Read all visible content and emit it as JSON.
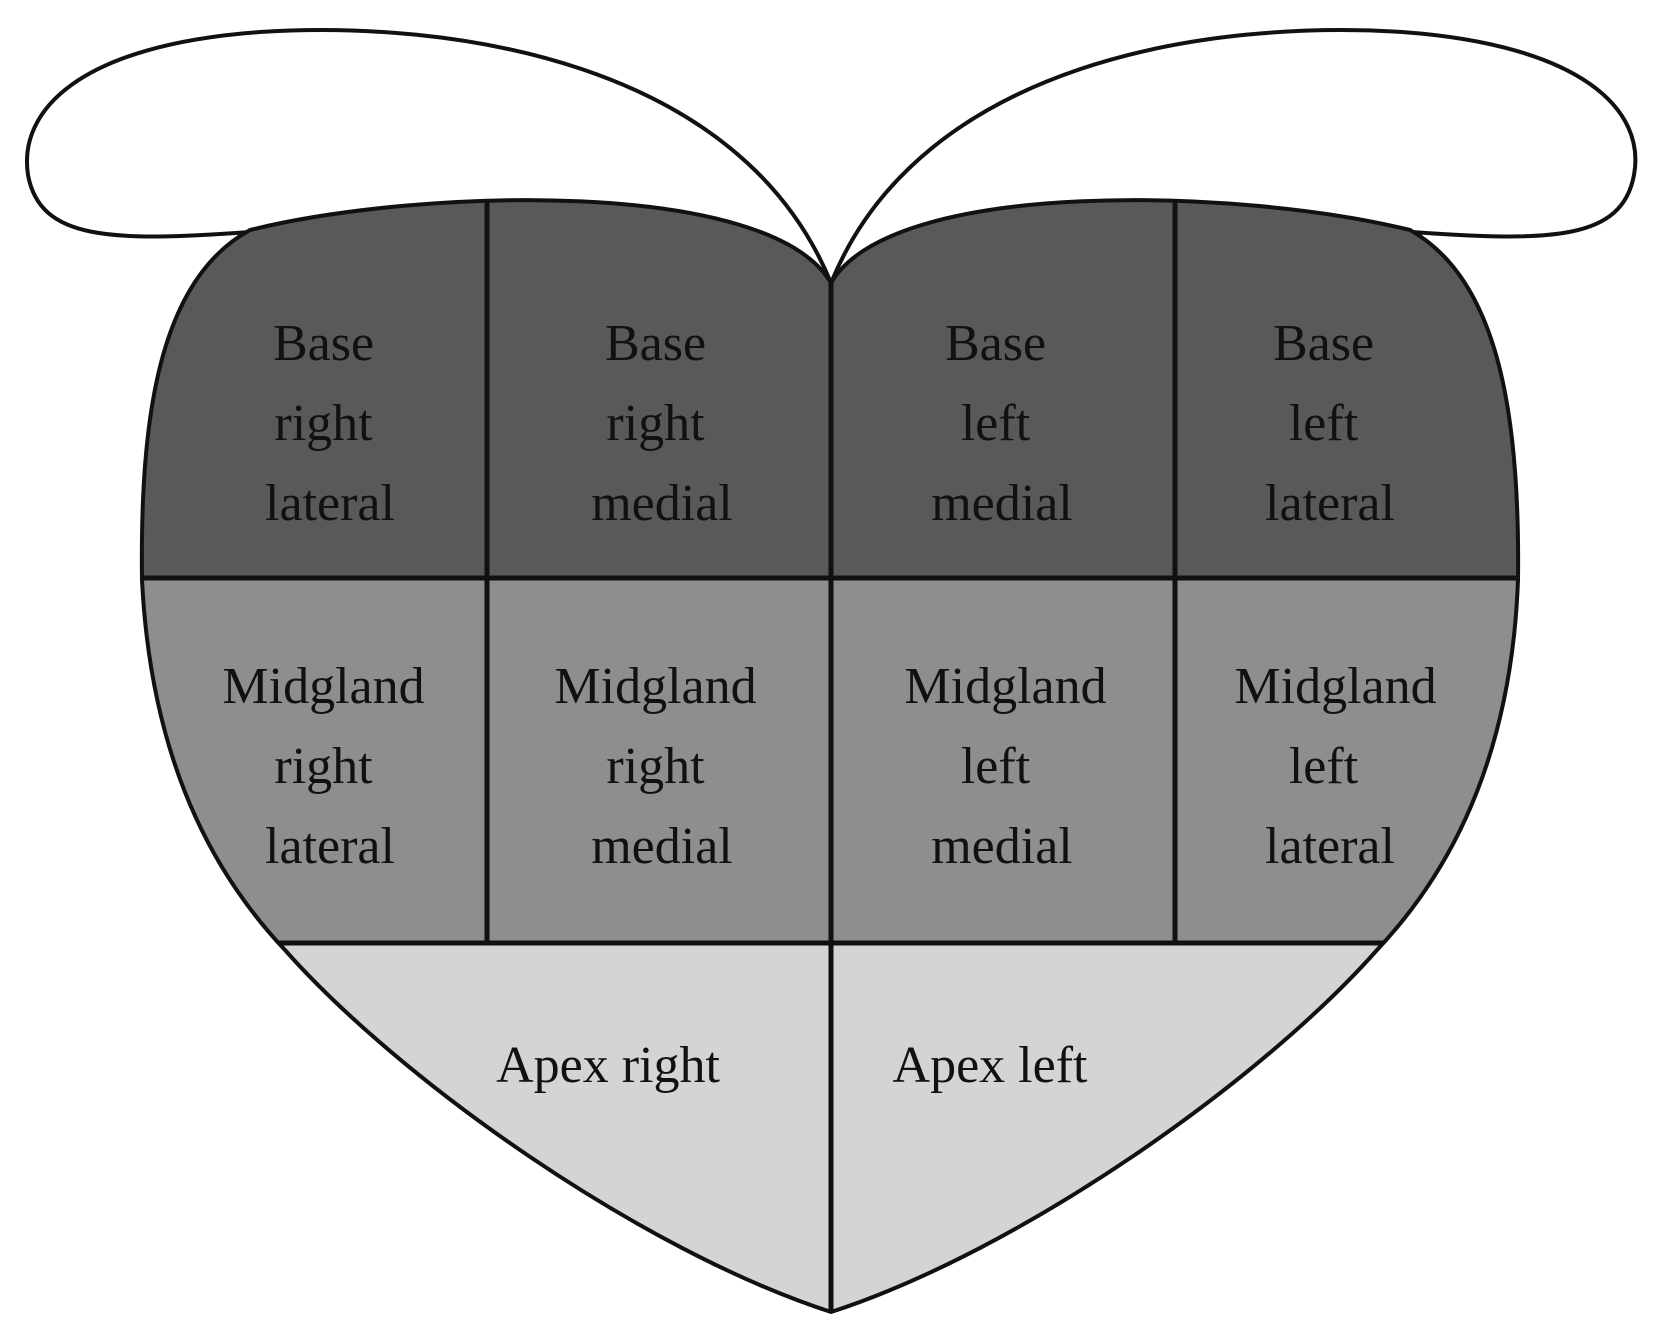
{
  "colors": {
    "base": "#595959",
    "midgland": "#8e8e8e",
    "apex": "#d4d4d4",
    "seminal_vesicles": "#ffffff",
    "outline": "#111111"
  },
  "zones": {
    "base_right_lateral": [
      "Base",
      "right",
      "lateral"
    ],
    "base_right_medial": [
      "Base",
      "right",
      "medial"
    ],
    "base_left_medial": [
      "Base",
      "left",
      "medial"
    ],
    "base_left_lateral": [
      "Base",
      "left",
      "lateral"
    ],
    "midgland_right_lateral": [
      "Midgland",
      "right",
      "lateral"
    ],
    "midgland_right_medial": [
      "Midgland",
      "right",
      "medial"
    ],
    "midgland_left_medial": [
      "Midgland",
      "left",
      "medial"
    ],
    "midgland_left_lateral": [
      "Midgland",
      "left",
      "lateral"
    ],
    "apex_right": [
      "Apex right"
    ],
    "apex_left": [
      "Apex left"
    ]
  }
}
